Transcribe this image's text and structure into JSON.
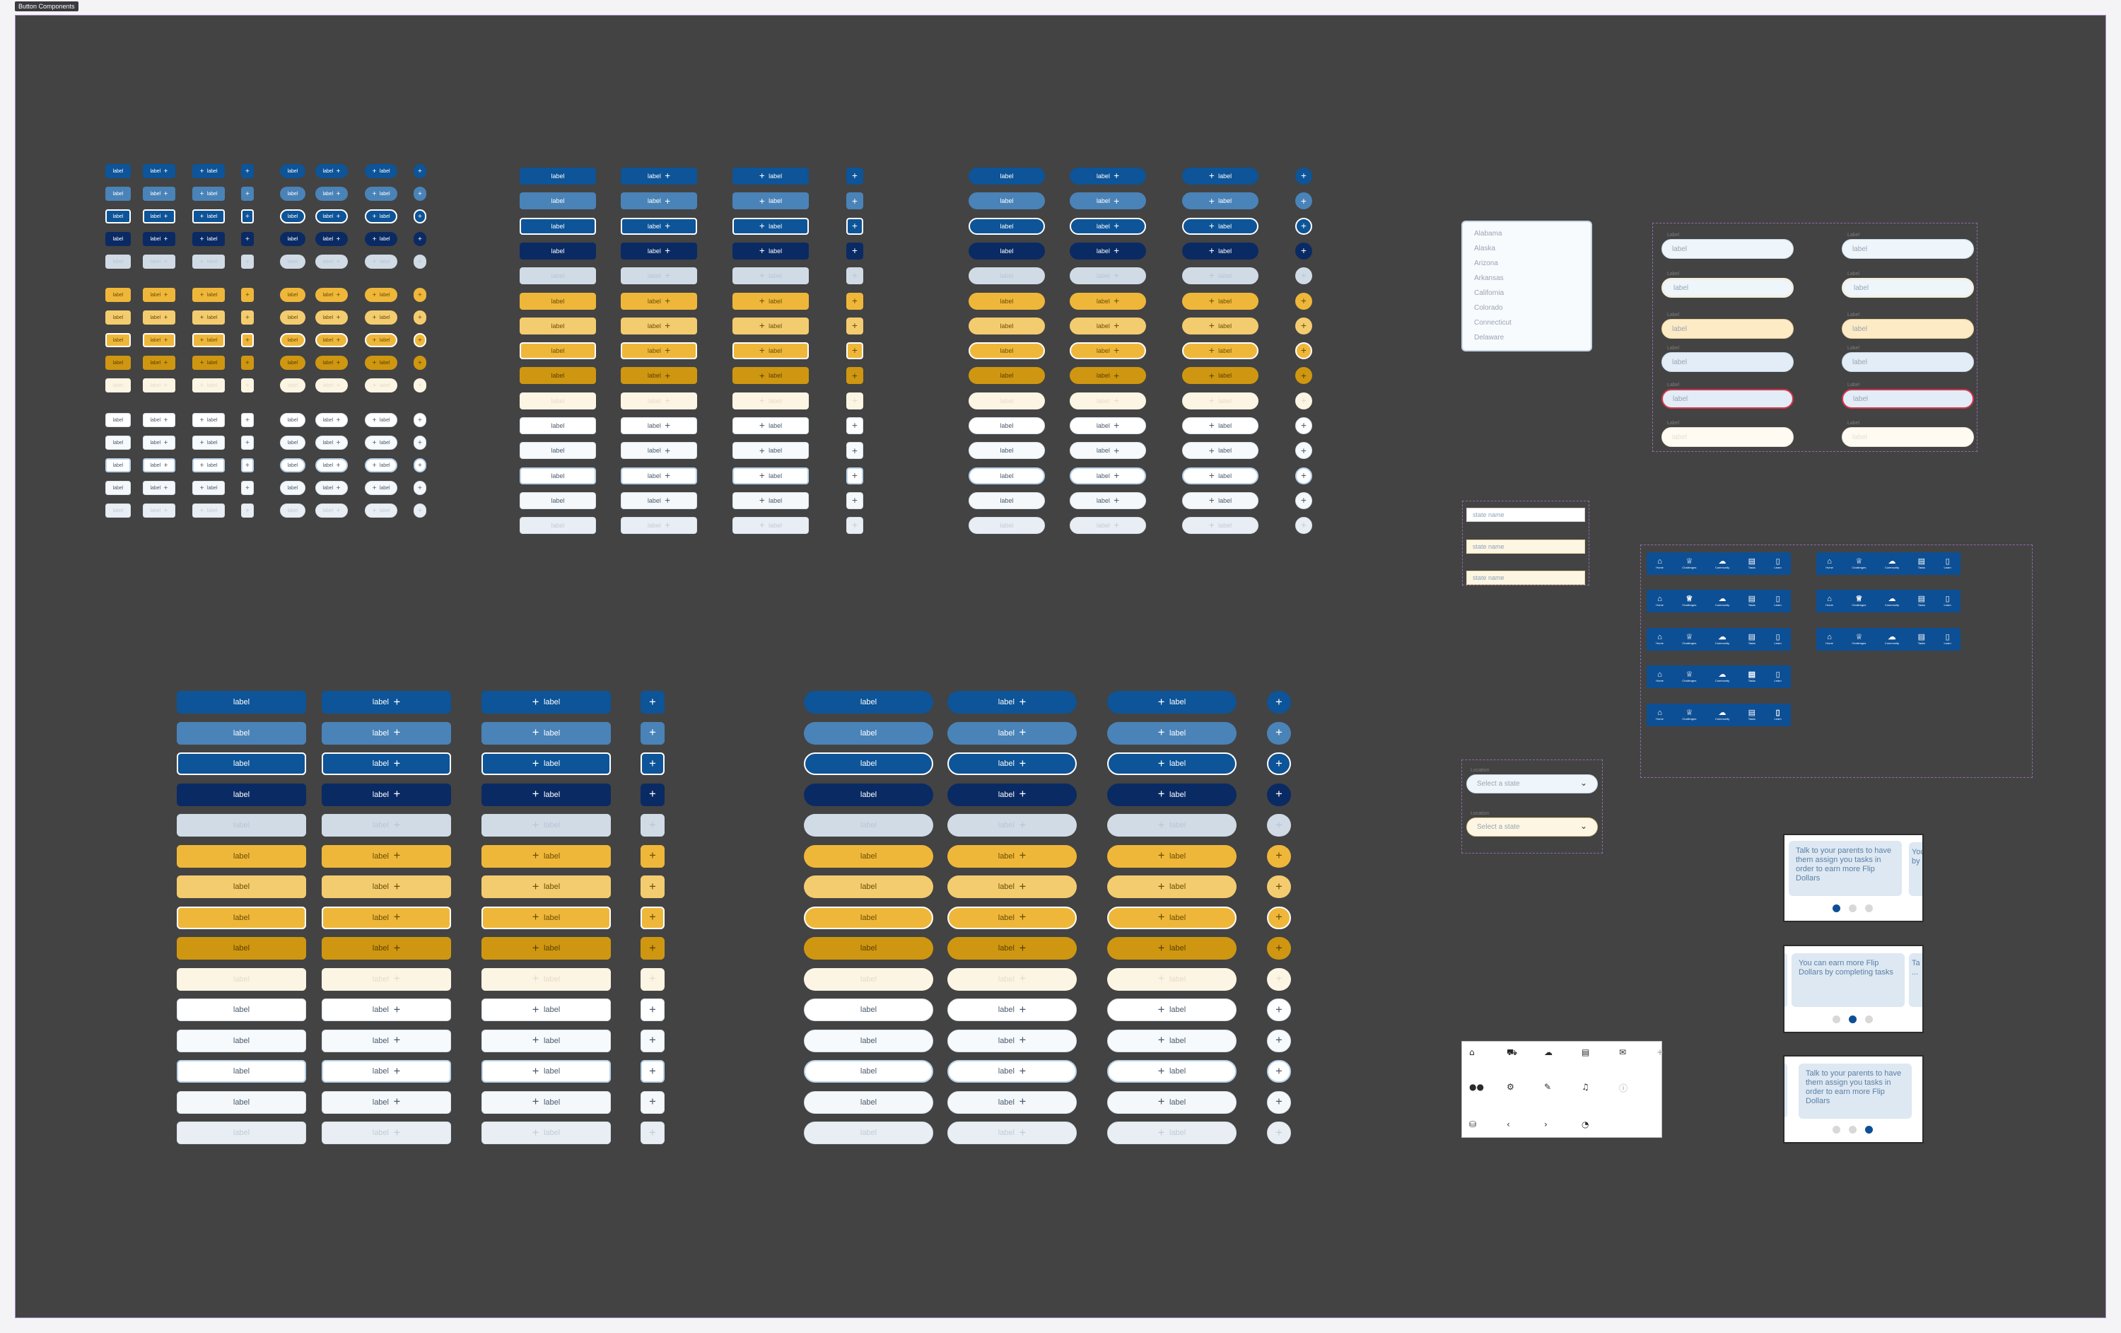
{
  "frame_label": "Button Components",
  "buttons": {
    "label": "label",
    "plus": "+",
    "colors": {
      "primary": "#0d5498",
      "primary_hover": "#4a83b8",
      "primary_focus": "#0d5498",
      "primary_pressed": "#0a2a64",
      "primary_disabled": "#d0dbe6",
      "secondary": "#efb73a",
      "secondary_hover": "#f4cc70",
      "secondary_focus": "#efb73a",
      "secondary_pressed": "#cf9711",
      "secondary_disabled": "#fdf5e4",
      "white": "#ffffff",
      "white_hover": "#f4f8fb",
      "white_pressed": "#e8eef4",
      "white_disabled": "#e8eef4",
      "white_light": "#f6fafd"
    }
  },
  "state_list": {
    "items": [
      "Alabama",
      "Alaska",
      "Arizona",
      "Arkansas",
      "California",
      "Colorado",
      "Connecticut",
      "Delaware"
    ]
  },
  "text_fields": {
    "placeholder": "label",
    "caption": "Label"
  },
  "state_inputs": {
    "placeholder": "state name"
  },
  "nav": {
    "items": [
      {
        "icon": "home-icon",
        "glyph": "⌂",
        "label": "Home"
      },
      {
        "icon": "trophy-icon",
        "glyph": "♕",
        "label": "Challenges"
      },
      {
        "icon": "community-icon",
        "glyph": "☁",
        "label": "Community"
      },
      {
        "icon": "tasks-icon",
        "glyph": "▤",
        "label": "Tasks"
      },
      {
        "icon": "learn-icon",
        "glyph": "▯",
        "label": "Learn"
      }
    ],
    "bar_color": "#0d4f94"
  },
  "selects": {
    "placeholder": "Select a state",
    "caption": "Location"
  },
  "icon_grid": {
    "rows": [
      [
        "⌂",
        "⛟",
        "☁",
        "▤",
        "✉",
        "+"
      ],
      [
        "●●",
        "⚙",
        "✎",
        "♫",
        "ⓘ"
      ],
      [
        "⛁",
        "‹",
        "›",
        "◔"
      ]
    ]
  },
  "onboarding": [
    {
      "text": "Talk to your parents to have them assign you tasks in order to earn more Flip Dollars",
      "active": 0,
      "peek": "You by"
    },
    {
      "text": "You can earn more Flip Dollars by completing tasks",
      "active": 1,
      "peek": "Ta th ..."
    },
    {
      "text": "Talk to your parents to have them assign you tasks in order to earn more Flip Dollars",
      "active": 2,
      "peek": ""
    }
  ]
}
